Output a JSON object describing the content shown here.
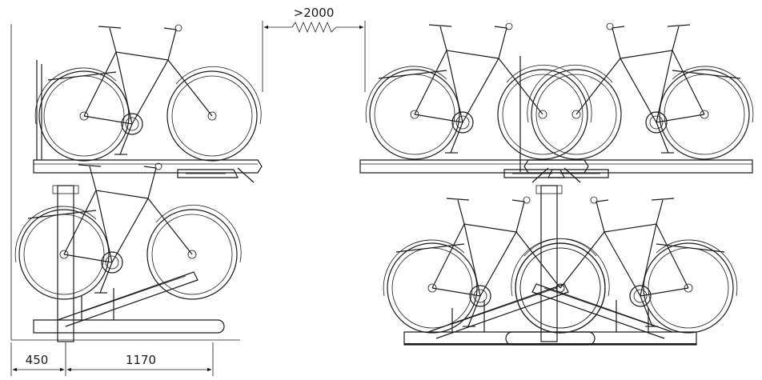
{
  "dimensions": {
    "gap_label": ">2000",
    "offset_label": "450",
    "length_label": "1170"
  }
}
